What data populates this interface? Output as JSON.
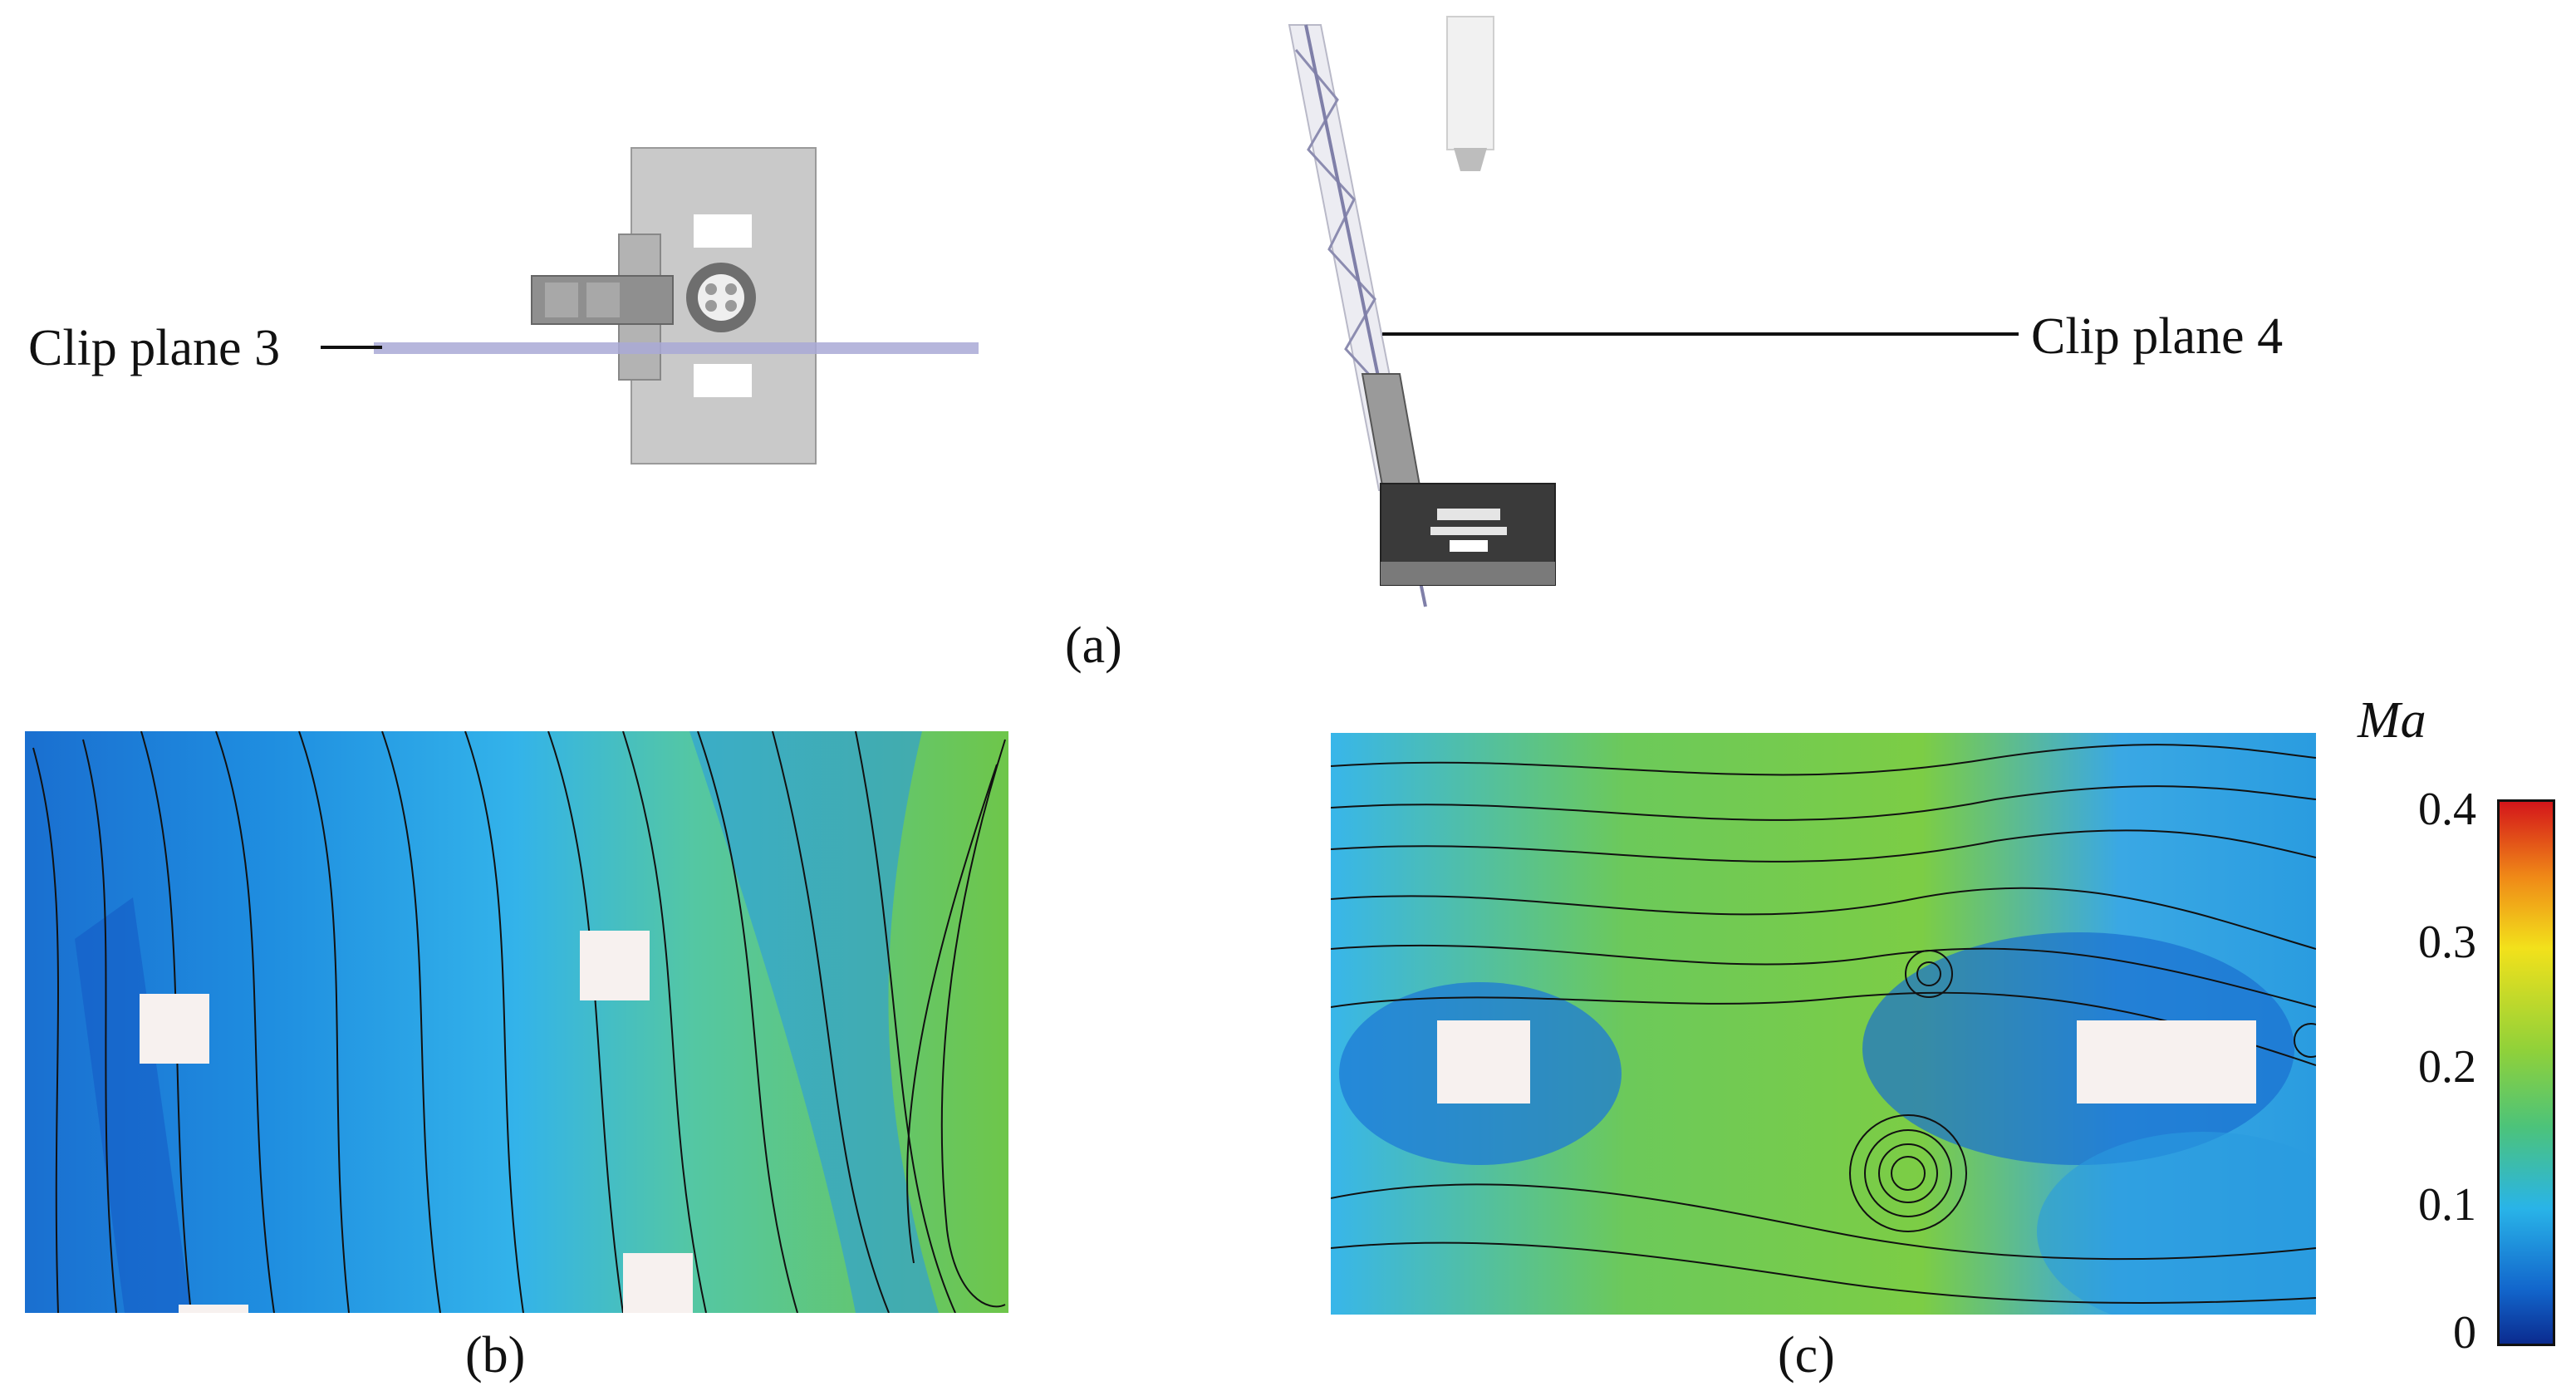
{
  "top": {
    "clip_plane_3_label": "Clip plane 3",
    "clip_plane_4_label": "Clip plane 4",
    "caption_a": "(a)"
  },
  "panel_b": {
    "caption": "(b)"
  },
  "panel_c": {
    "caption": "(c)"
  },
  "colorbar": {
    "title": "Ma",
    "ticks": [
      "0.4",
      "0.3",
      "0.2",
      "0.1",
      "0"
    ],
    "colors": [
      "#0b2b8f",
      "#1266cc",
      "#29b4e8",
      "#4cc37a",
      "#8fd13a",
      "#f2e11b",
      "#f08a17",
      "#d4161a"
    ]
  }
}
